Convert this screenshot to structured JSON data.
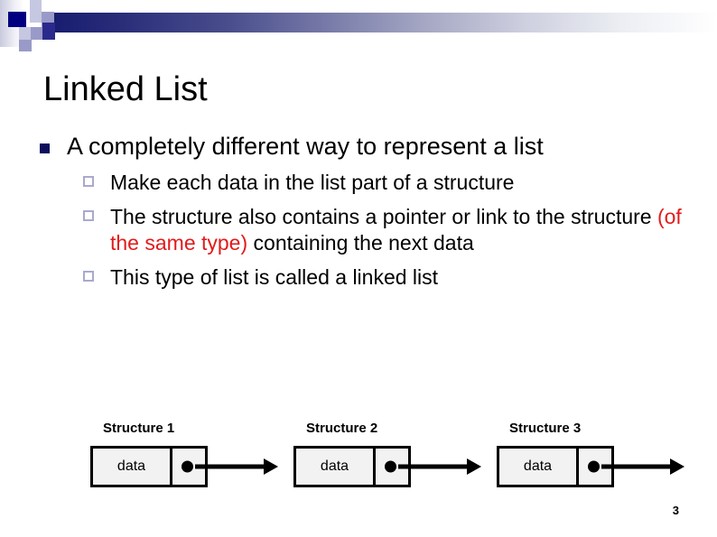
{
  "slide": {
    "title": "Linked List",
    "page_number": "3"
  },
  "theme": {
    "banner_dark": "#151a6e",
    "banner_light": "#ffffff",
    "bullet_level1_color": "#0d0d5c",
    "bullet_level2_color": "#a9aacb",
    "highlight_color": "#e21b1b",
    "box_fill": "#f2f2f2",
    "box_border": "#000000"
  },
  "body": {
    "level1": {
      "text": "A completely different way to represent a list"
    },
    "level2": [
      {
        "id": "sub-1",
        "segments": [
          {
            "text": "Make each data in the list part of a structure",
            "color": "black"
          }
        ]
      },
      {
        "id": "sub-2",
        "segments": [
          {
            "text": "The structure also contains a pointer or link to the structure ",
            "color": "black"
          },
          {
            "text": "(of the same type)",
            "color": "red"
          },
          {
            "text": " containing the next data",
            "color": "black"
          }
        ]
      },
      {
        "id": "sub-3",
        "segments": [
          {
            "text": "This type of list is called a linked list",
            "color": "black"
          }
        ]
      }
    ]
  },
  "diagram": {
    "nodes": [
      {
        "label": "Structure 1",
        "data_label": "data"
      },
      {
        "label": "Structure 2",
        "data_label": "data"
      },
      {
        "label": "Structure 3",
        "data_label": "data"
      }
    ]
  }
}
